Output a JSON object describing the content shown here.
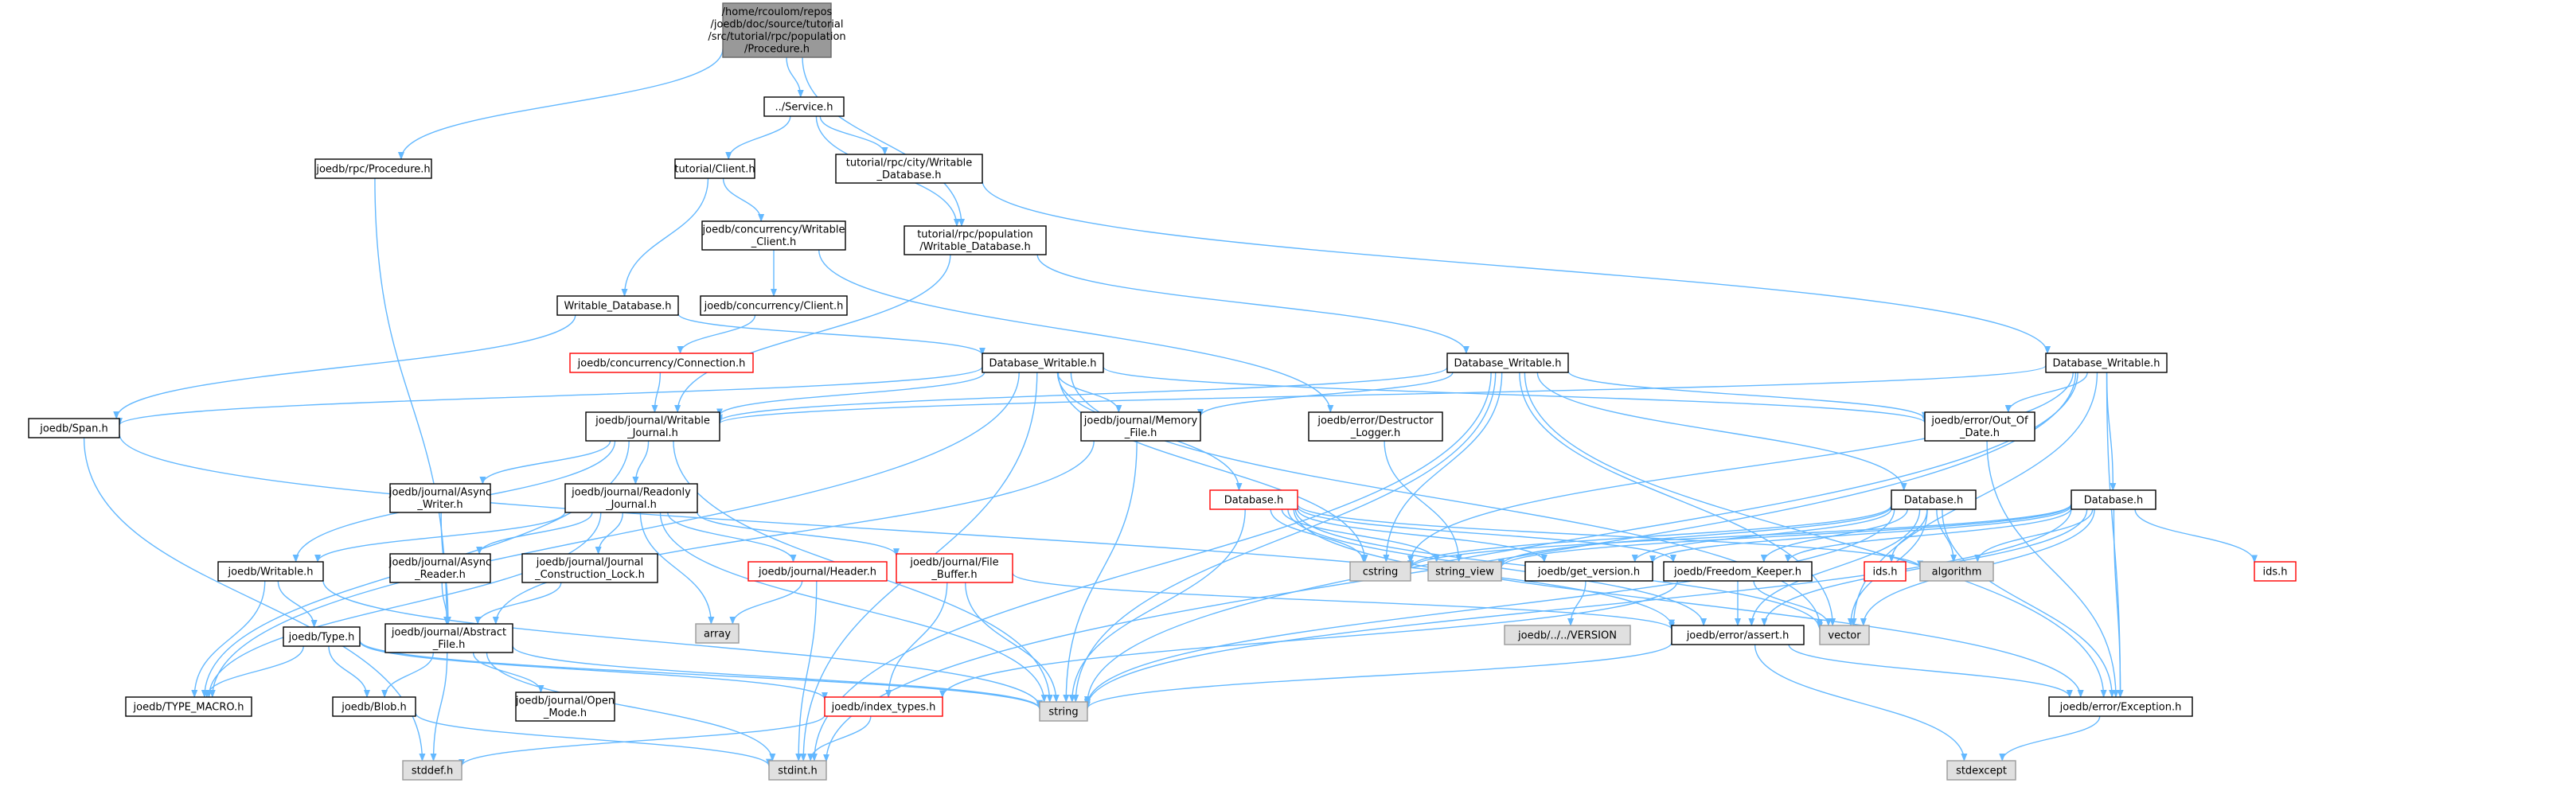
{
  "colors": {
    "edge": "#63b8ff",
    "node_fill": "#ffffff",
    "node_stroke": "#000000",
    "missing_fill": "#e0e0e0",
    "missing_stroke": "#999999",
    "truncated_stroke": "#ff0000",
    "root_fill": "#999999",
    "root_stroke": "#666666"
  },
  "nodes": [
    {
      "id": "root",
      "lines": [
        "/home/rcoulom/repos",
        "/joedb/doc/source/tutorial",
        "/src/tutorial/rpc/population",
        "/Procedure.h"
      ],
      "kind": "root"
    },
    {
      "id": "service",
      "lines": [
        "../Service.h"
      ],
      "kind": "normal"
    },
    {
      "id": "rpc_proc",
      "lines": [
        "joedb/rpc/Procedure.h"
      ],
      "kind": "normal"
    },
    {
      "id": "tut_client",
      "lines": [
        "tutorial/Client.h"
      ],
      "kind": "normal"
    },
    {
      "id": "city_wdb",
      "lines": [
        "tutorial/rpc/city/Writable",
        "_Database.h"
      ],
      "kind": "normal"
    },
    {
      "id": "pop_wdb",
      "lines": [
        "tutorial/rpc/population",
        "/Writable_Database.h"
      ],
      "kind": "normal"
    },
    {
      "id": "conc_wc",
      "lines": [
        "joedb/concurrency/Writable",
        "_Client.h"
      ],
      "kind": "normal"
    },
    {
      "id": "wdb",
      "lines": [
        "Writable_Database.h"
      ],
      "kind": "normal"
    },
    {
      "id": "conc_client",
      "lines": [
        "joedb/concurrency/Client.h"
      ],
      "kind": "normal"
    },
    {
      "id": "conc_conn",
      "lines": [
        "joedb/concurrency/Connection.h"
      ],
      "kind": "truncated"
    },
    {
      "id": "dbw1",
      "lines": [
        "Database_Writable.h"
      ],
      "kind": "normal"
    },
    {
      "id": "dbw2",
      "lines": [
        "Database_Writable.h"
      ],
      "kind": "normal"
    },
    {
      "id": "dbw3",
      "lines": [
        "Database_Writable.h"
      ],
      "kind": "normal"
    },
    {
      "id": "span",
      "lines": [
        "joedb/Span.h"
      ],
      "kind": "normal"
    },
    {
      "id": "jwj",
      "lines": [
        "joedb/journal/Writable",
        "_Journal.h"
      ],
      "kind": "normal"
    },
    {
      "id": "mem_file",
      "lines": [
        "joedb/journal/Memory",
        "_File.h"
      ],
      "kind": "normal"
    },
    {
      "id": "destr_logger",
      "lines": [
        "joedb/error/Destructor",
        "_Logger.h"
      ],
      "kind": "normal"
    },
    {
      "id": "out_of_date",
      "lines": [
        "joedb/error/Out_Of",
        "_Date.h"
      ],
      "kind": "normal"
    },
    {
      "id": "async_writer",
      "lines": [
        "joedb/journal/Async",
        "_Writer.h"
      ],
      "kind": "normal"
    },
    {
      "id": "ro_journal",
      "lines": [
        "joedb/journal/Readonly",
        "_Journal.h"
      ],
      "kind": "normal"
    },
    {
      "id": "db_red",
      "lines": [
        "Database.h"
      ],
      "kind": "truncated"
    },
    {
      "id": "db2",
      "lines": [
        "Database.h"
      ],
      "kind": "normal"
    },
    {
      "id": "db3",
      "lines": [
        "Database.h"
      ],
      "kind": "normal"
    },
    {
      "id": "writable",
      "lines": [
        "joedb/Writable.h"
      ],
      "kind": "normal"
    },
    {
      "id": "async_reader",
      "lines": [
        "joedb/journal/Async",
        "_Reader.h"
      ],
      "kind": "normal"
    },
    {
      "id": "jcl",
      "lines": [
        "joedb/journal/Journal",
        "_Construction_Lock.h"
      ],
      "kind": "normal"
    },
    {
      "id": "header",
      "lines": [
        "joedb/journal/Header.h"
      ],
      "kind": "truncated"
    },
    {
      "id": "file_buffer",
      "lines": [
        "joedb/journal/File",
        "_Buffer.h"
      ],
      "kind": "truncated"
    },
    {
      "id": "cstring",
      "lines": [
        "cstring"
      ],
      "kind": "missing"
    },
    {
      "id": "string_view",
      "lines": [
        "string_view"
      ],
      "kind": "missing"
    },
    {
      "id": "get_version",
      "lines": [
        "joedb/get_version.h"
      ],
      "kind": "normal"
    },
    {
      "id": "freedom",
      "lines": [
        "joedb/Freedom_Keeper.h"
      ],
      "kind": "normal"
    },
    {
      "id": "ids1",
      "lines": [
        "ids.h"
      ],
      "kind": "truncated"
    },
    {
      "id": "algorithm",
      "lines": [
        "algorithm"
      ],
      "kind": "missing"
    },
    {
      "id": "ids2",
      "lines": [
        "ids.h"
      ],
      "kind": "truncated"
    },
    {
      "id": "array",
      "lines": [
        "array"
      ],
      "kind": "missing"
    },
    {
      "id": "type",
      "lines": [
        "joedb/Type.h"
      ],
      "kind": "normal"
    },
    {
      "id": "abstract_file",
      "lines": [
        "joedb/journal/Abstract",
        "_File.h"
      ],
      "kind": "normal"
    },
    {
      "id": "version",
      "lines": [
        "joedb/../../VERSION"
      ],
      "kind": "missing"
    },
    {
      "id": "assert",
      "lines": [
        "joedb/error/assert.h"
      ],
      "kind": "normal"
    },
    {
      "id": "vector",
      "lines": [
        "vector"
      ],
      "kind": "missing"
    },
    {
      "id": "type_macro",
      "lines": [
        "joedb/TYPE_MACRO.h"
      ],
      "kind": "normal"
    },
    {
      "id": "blob",
      "lines": [
        "joedb/Blob.h"
      ],
      "kind": "normal"
    },
    {
      "id": "open_mode",
      "lines": [
        "joedb/journal/Open",
        "_Mode.h"
      ],
      "kind": "normal"
    },
    {
      "id": "string",
      "lines": [
        "string"
      ],
      "kind": "missing"
    },
    {
      "id": "index_types",
      "lines": [
        "joedb/index_types.h"
      ],
      "kind": "truncated"
    },
    {
      "id": "exception",
      "lines": [
        "joedb/error/Exception.h"
      ],
      "kind": "normal"
    },
    {
      "id": "stddef",
      "lines": [
        "stddef.h"
      ],
      "kind": "missing"
    },
    {
      "id": "stdint",
      "lines": [
        "stdint.h"
      ],
      "kind": "missing"
    },
    {
      "id": "stdexcept",
      "lines": [
        "stdexcept"
      ],
      "kind": "missing"
    }
  ],
  "edges": [
    [
      "root",
      "service"
    ],
    [
      "root",
      "rpc_proc"
    ],
    [
      "root",
      "pop_wdb"
    ],
    [
      "service",
      "tut_client"
    ],
    [
      "service",
      "city_wdb"
    ],
    [
      "service",
      "pop_wdb"
    ],
    [
      "rpc_proc",
      "abstract_file"
    ],
    [
      "tut_client",
      "conc_wc"
    ],
    [
      "tut_client",
      "wdb"
    ],
    [
      "city_wdb",
      "dbw3"
    ],
    [
      "pop_wdb",
      "dbw2"
    ],
    [
      "pop_wdb",
      "jwj"
    ],
    [
      "conc_wc",
      "conc_client"
    ],
    [
      "conc_wc",
      "destr_logger"
    ],
    [
      "conc_client",
      "conc_conn"
    ],
    [
      "conc_conn",
      "jwj"
    ],
    [
      "wdb",
      "dbw1"
    ],
    [
      "wdb",
      "span"
    ],
    [
      "dbw1",
      "span"
    ],
    [
      "dbw1",
      "jwj"
    ],
    [
      "dbw1",
      "mem_file"
    ],
    [
      "dbw1",
      "out_of_date"
    ],
    [
      "dbw1",
      "db_red"
    ],
    [
      "dbw1",
      "cstring"
    ],
    [
      "dbw1",
      "stdint"
    ],
    [
      "dbw1",
      "type_macro"
    ],
    [
      "dbw1",
      "vector"
    ],
    [
      "dbw2",
      "jwj"
    ],
    [
      "dbw2",
      "mem_file"
    ],
    [
      "dbw2",
      "out_of_date"
    ],
    [
      "dbw2",
      "db2"
    ],
    [
      "dbw2",
      "cstring"
    ],
    [
      "dbw2",
      "string"
    ],
    [
      "dbw2",
      "exception"
    ],
    [
      "dbw2",
      "vector"
    ],
    [
      "dbw2",
      "stdint"
    ],
    [
      "dbw3",
      "jwj"
    ],
    [
      "dbw3",
      "out_of_date"
    ],
    [
      "dbw3",
      "db3"
    ],
    [
      "dbw3",
      "string"
    ],
    [
      "dbw3",
      "cstring"
    ],
    [
      "dbw3",
      "vector"
    ],
    [
      "dbw3",
      "stdint"
    ],
    [
      "dbw3",
      "exception"
    ],
    [
      "span",
      "stddef"
    ],
    [
      "span",
      "assert"
    ],
    [
      "jwj",
      "async_writer"
    ],
    [
      "jwj",
      "ro_journal"
    ],
    [
      "jwj",
      "writable"
    ],
    [
      "jwj",
      "type_macro"
    ],
    [
      "jwj",
      "string"
    ],
    [
      "mem_file",
      "abstract_file"
    ],
    [
      "mem_file",
      "string"
    ],
    [
      "destr_logger",
      "string_view"
    ],
    [
      "out_of_date",
      "exception"
    ],
    [
      "async_writer",
      "abstract_file"
    ],
    [
      "ro_journal",
      "async_reader"
    ],
    [
      "ro_journal",
      "jcl"
    ],
    [
      "ro_journal",
      "header"
    ],
    [
      "ro_journal",
      "file_buffer"
    ],
    [
      "ro_journal",
      "writable"
    ],
    [
      "ro_journal",
      "array"
    ],
    [
      "ro_journal",
      "type_macro"
    ],
    [
      "ro_journal",
      "string"
    ],
    [
      "db_red",
      "cstring"
    ],
    [
      "db_red",
      "string_view"
    ],
    [
      "db_red",
      "get_version"
    ],
    [
      "db_red",
      "freedom"
    ],
    [
      "db_red",
      "algorithm"
    ],
    [
      "db_red",
      "assert"
    ],
    [
      "db_red",
      "exception"
    ],
    [
      "db_red",
      "string"
    ],
    [
      "db_red",
      "vector"
    ],
    [
      "db2",
      "cstring"
    ],
    [
      "db2",
      "string_view"
    ],
    [
      "db2",
      "get_version"
    ],
    [
      "db2",
      "freedom"
    ],
    [
      "db2",
      "ids1"
    ],
    [
      "db2",
      "algorithm"
    ],
    [
      "db2",
      "assert"
    ],
    [
      "db2",
      "vector"
    ],
    [
      "db2",
      "exception"
    ],
    [
      "db2",
      "string"
    ],
    [
      "db3",
      "ids2"
    ],
    [
      "db3",
      "algorithm"
    ],
    [
      "db3",
      "freedom"
    ],
    [
      "db3",
      "get_version"
    ],
    [
      "db3",
      "string_view"
    ],
    [
      "db3",
      "cstring"
    ],
    [
      "db3",
      "assert"
    ],
    [
      "db3",
      "vector"
    ],
    [
      "db3",
      "exception"
    ],
    [
      "db3",
      "string"
    ],
    [
      "writable",
      "type"
    ],
    [
      "writable",
      "type_macro"
    ],
    [
      "writable",
      "string"
    ],
    [
      "async_reader",
      "abstract_file"
    ],
    [
      "jcl",
      "abstract_file"
    ],
    [
      "header",
      "array"
    ],
    [
      "header",
      "stdint"
    ],
    [
      "file_buffer",
      "index_types"
    ],
    [
      "file_buffer",
      "string"
    ],
    [
      "file_buffer",
      "assert"
    ],
    [
      "get_version",
      "version"
    ],
    [
      "freedom",
      "assert"
    ],
    [
      "freedom",
      "vector"
    ],
    [
      "freedom",
      "index_types"
    ],
    [
      "type",
      "type_macro"
    ],
    [
      "type",
      "blob"
    ],
    [
      "type",
      "string"
    ],
    [
      "type",
      "index_types"
    ],
    [
      "abstract_file",
      "blob"
    ],
    [
      "abstract_file",
      "open_mode"
    ],
    [
      "abstract_file",
      "string"
    ],
    [
      "abstract_file",
      "stddef"
    ],
    [
      "abstract_file",
      "stdint"
    ],
    [
      "assert",
      "exception"
    ],
    [
      "assert",
      "stdexcept"
    ],
    [
      "assert",
      "string"
    ],
    [
      "blob",
      "stdint"
    ],
    [
      "index_types",
      "stddef"
    ],
    [
      "index_types",
      "stdint"
    ],
    [
      "exception",
      "stdexcept"
    ]
  ]
}
